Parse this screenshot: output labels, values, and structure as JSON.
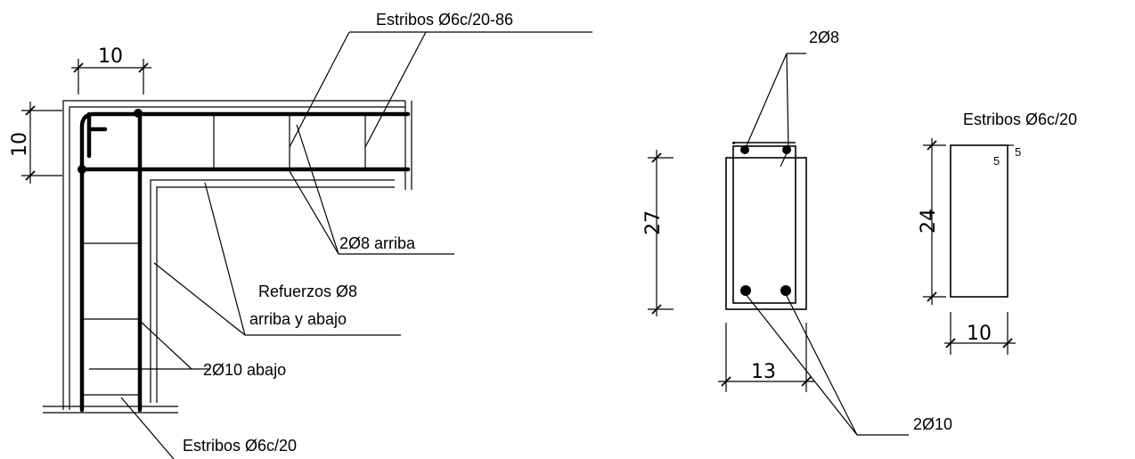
{
  "labels": {
    "estribos_top": "Estribos  Ø6c/20-86",
    "dos_ocho_arriba": "2Ø8  arriba",
    "refuerzos_line1": "Refuerzos Ø8",
    "refuerzos_line2": "arriba y abajo",
    "dos_diez_abajo": "2Ø10  abajo",
    "estribos_bottom": "Estribos Ø6c/20",
    "section_top_bars": "2Ø8",
    "section_bottom_bars": "2Ø10",
    "stirrup_title": "Estribos Ø6c/20"
  },
  "dimensions": {
    "plan_width": "10",
    "plan_height": "10",
    "section_height": "27",
    "section_width": "13",
    "stirrup_height": "24",
    "stirrup_width": "10",
    "hook_a": "5",
    "hook_b": "5"
  }
}
